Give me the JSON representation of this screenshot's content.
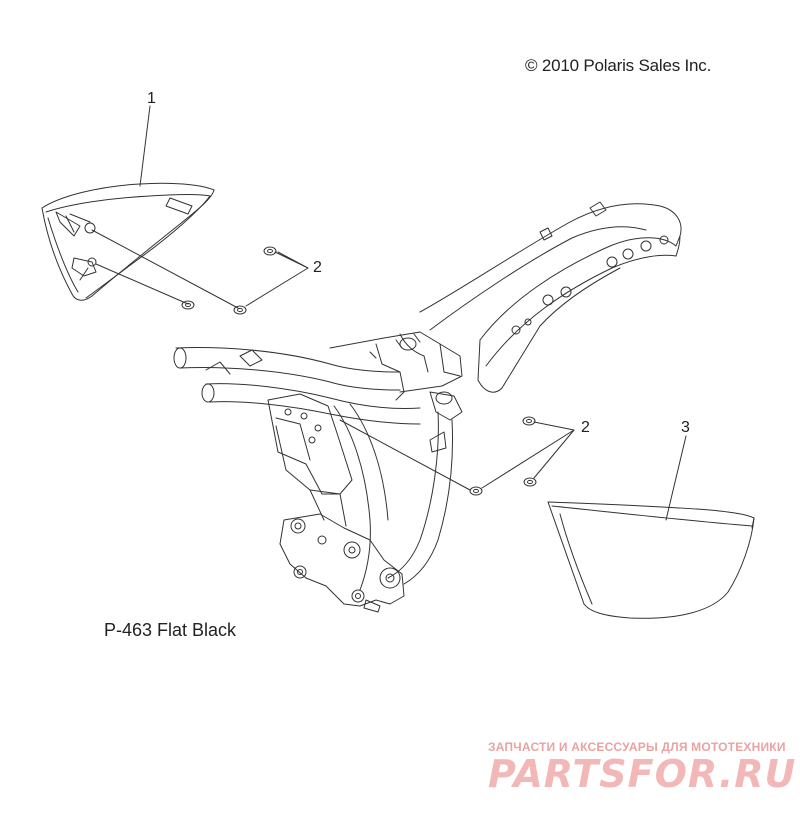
{
  "copyright": "© 2010 Polaris Sales Inc.",
  "callouts": [
    "1",
    "2",
    "2",
    "3"
  ],
  "caption": "P-463  Flat Black",
  "watermark": {
    "tagline": "ЗАПЧАСТИ И АКСЕССУАРЫ ДЛЯ МОТОТЕХНИКИ",
    "logo": "PARTSFOR.RU"
  },
  "colors": {
    "line": "#333333",
    "watermark": "#f2b8b8"
  }
}
